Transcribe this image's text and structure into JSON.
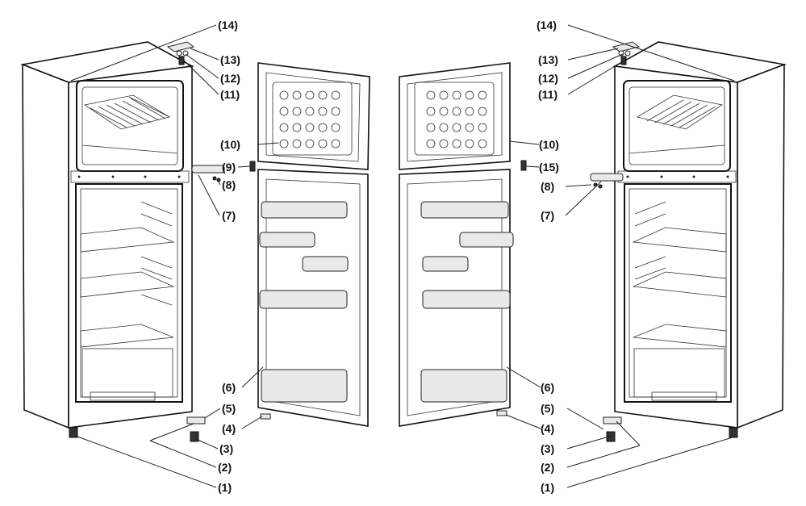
{
  "diagram": {
    "left_callouts": [
      "(14)",
      "(13)",
      "(12)",
      "(11)",
      "(10)",
      "(9)",
      "(8)",
      "(7)",
      "(6)",
      "(5)",
      "(4)",
      "(3)",
      "(2)",
      "(1)"
    ],
    "right_callouts": [
      "(14)",
      "(13)",
      "(12)",
      "(11)",
      "(10)",
      "(15)",
      "(8)",
      "(7)",
      "(6)",
      "(5)",
      "(4)",
      "(3)",
      "(2)",
      "(1)"
    ]
  }
}
